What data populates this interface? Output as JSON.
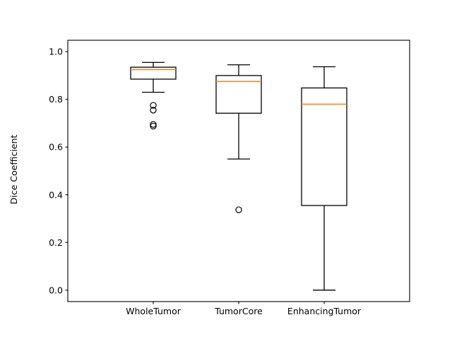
{
  "chart_data": {
    "type": "box",
    "title": "",
    "xlabel": "",
    "ylabel": "Dice Coefficient",
    "grid": false,
    "legend": "none",
    "ylim": [
      -0.048,
      1.048
    ],
    "yticks": [
      0.0,
      0.2,
      0.4,
      0.6,
      0.8,
      1.0
    ],
    "ytick_labels": [
      "0.0",
      "0.2",
      "0.4",
      "0.6",
      "0.8",
      "1.0"
    ],
    "categories": [
      "WholeTumor",
      "TumorCore",
      "EnhancingTumor"
    ],
    "boxes": [
      {
        "label": "WholeTumor",
        "whisker_low": 0.83,
        "q1": 0.885,
        "median": 0.925,
        "q3": 0.935,
        "whisker_high": 0.955,
        "outliers": [
          0.775,
          0.755,
          0.695,
          0.688
        ]
      },
      {
        "label": "TumorCore",
        "whisker_low": 0.55,
        "q1": 0.742,
        "median": 0.875,
        "q3": 0.9,
        "whisker_high": 0.945,
        "outliers": [
          0.337
        ]
      },
      {
        "label": "EnhancingTumor",
        "whisker_low": 0.0,
        "q1": 0.355,
        "median": 0.78,
        "q3": 0.848,
        "whisker_high": 0.937,
        "outliers": []
      }
    ],
    "colors": {
      "box_edge": "#000000",
      "median": "#ff7f0e",
      "whisker": "#000000",
      "flier_edge": "#000000",
      "background": "#ffffff"
    }
  }
}
